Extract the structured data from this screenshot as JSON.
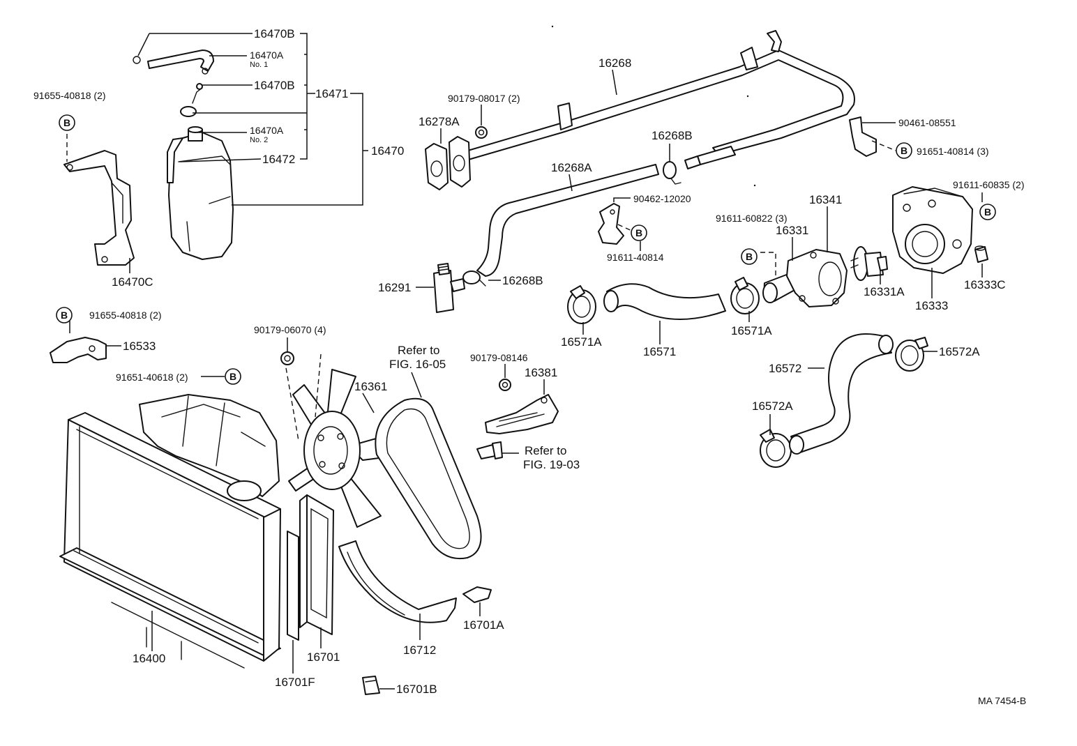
{
  "diagram_id": "MA  7454-B",
  "b_marker": "B",
  "labels": {
    "p16470B_top": "16470B",
    "p16470A_1": "16470A",
    "no1": "No. 1",
    "p16470B_mid": "16470B",
    "p16471": "16471",
    "p16470A_2": "16470A",
    "no2": "No. 2",
    "p16470": "16470",
    "p16472": "16472",
    "p91655_top": "91655-40818 (2)",
    "p16470C": "16470C",
    "p91655_mid": "91655-40818 (2)",
    "p16533": "16533",
    "p91651_40618": "91651-40618 (2)",
    "p90179_06070": "90179-06070 (4)",
    "refer1_a": "Refer to",
    "refer1_b": "FIG. 16-05",
    "p16361": "16361",
    "p16400": "16400",
    "p16701": "16701",
    "p16701F": "16701F",
    "p16701B": "16701B",
    "p16712": "16712",
    "p16701A": "16701A",
    "p90179_08146": "90179-08146",
    "p16381": "16381",
    "refer2_a": "Refer to",
    "refer2_b": "FIG. 19-03",
    "p16268": "16268",
    "p90179_08017": "90179-08017 (2)",
    "p16278A": "16278A",
    "p16268B_top": "16268B",
    "p16268A": "16268A",
    "p90462_12020": "90462-12020",
    "p91611_40814": "91611-40814",
    "p16291": "16291",
    "p16268B_low": "16268B",
    "p90461_08551": "90461-08551",
    "p91651_40814": "91651-40814 (3)",
    "p91611_60835": "91611-60835 (2)",
    "p16341": "16341",
    "p91611_60822": "91611-60822 (3)",
    "p16331": "16331",
    "p16331A": "16331A",
    "p16333": "16333",
    "p16333C": "16333C",
    "p16571A_left": "16571A",
    "p16571": "16571",
    "p16571A_right": "16571A",
    "p16572": "16572",
    "p16572A_right": "16572A",
    "p16572A_left": "16572A"
  }
}
